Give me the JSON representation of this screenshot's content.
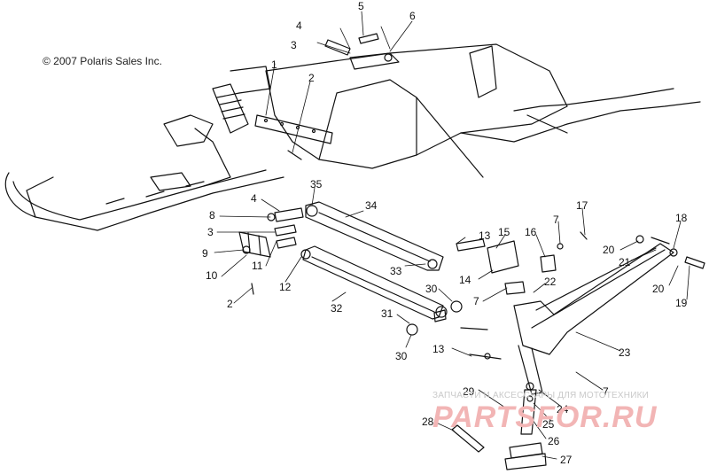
{
  "copyright": "© 2007 Polaris Sales Inc.",
  "watermark": {
    "text": "ЗАПЧАСТИ И АКСЕССУАРЫ ДЛЯ МОТОТЕХНИКИ",
    "logo": "PARTSFOR.RU"
  },
  "callouts": {
    "c1": "1",
    "c2a": "2",
    "c2b": "2",
    "c3a": "3",
    "c3b": "3",
    "c4a": "4",
    "c4b": "4",
    "c5": "5",
    "c6": "6",
    "c7a": "7",
    "c7b": "7",
    "c7c": "7",
    "c8": "8",
    "c9": "9",
    "c10": "10",
    "c11": "11",
    "c12": "12",
    "c13a": "13",
    "c13b": "13",
    "c14": "14",
    "c15": "15",
    "c16": "16",
    "c17": "17",
    "c18": "18",
    "c19": "19",
    "c20a": "20",
    "c20b": "20",
    "c21": "21",
    "c22": "22",
    "c23": "23",
    "c24": "24",
    "c25": "25",
    "c26": "26",
    "c27": "27",
    "c28": "28",
    "c29": "29",
    "c30a": "30",
    "c30b": "30",
    "c31": "31",
    "c32": "32",
    "c33": "33",
    "c34": "34",
    "c35": "35"
  },
  "colors": {
    "line": "#111111",
    "watermark_red": "#f2b5b5",
    "watermark_grey": "#c9c9c9"
  }
}
